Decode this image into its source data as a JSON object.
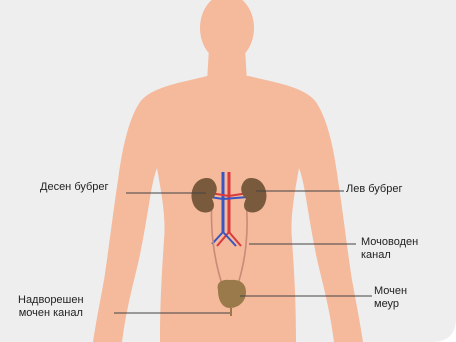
{
  "colors": {
    "background": "#ffffff",
    "corner_panel": "#eeeeee",
    "skin": "#f5b99c",
    "kidney": "#7a5a3c",
    "bladder": "#9a7a4a",
    "artery": "#d93a3a",
    "vein": "#3a55c0",
    "ureter": "#c98a7a",
    "leader_line": "#444444",
    "text": "#222222"
  },
  "labels": {
    "right_kidney": "Десен бубрег",
    "left_kidney": "Лев бубрег",
    "ureter_line1": "Мочоводен",
    "ureter_line2": "канал",
    "bladder_line1": "Мочен",
    "bladder_line2": "меур",
    "urethra_line1": "Надворешен",
    "urethra_line2": "мочен канал"
  }
}
